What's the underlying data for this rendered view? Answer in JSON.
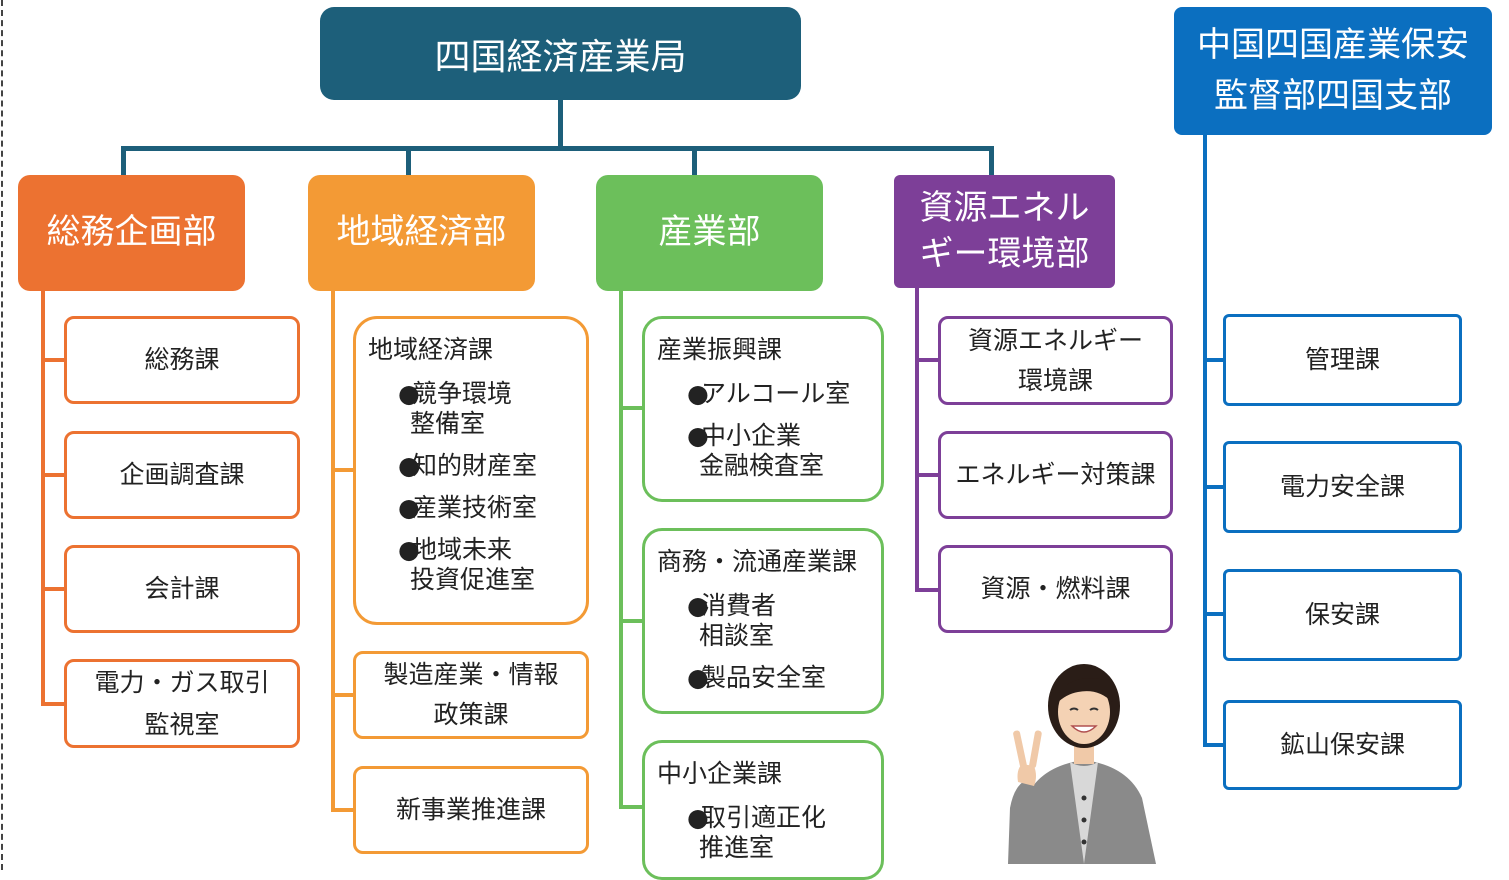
{
  "colors": {
    "top": "#1d5f7a",
    "branch": "#0b6fc0",
    "somu": "#ec7231",
    "chiiki": "#f39a35",
    "sangyo": "#6cbf5b",
    "shigen": "#7d3f98",
    "connector": "#1d5f7a"
  },
  "bureau": {
    "title": "四国経済産業局"
  },
  "branch": {
    "line1": "中国四国産業保安",
    "line2": "監督部四国支部"
  },
  "departments": [
    {
      "name": "総務企画部"
    },
    {
      "name": "地域経済部"
    },
    {
      "name": "産業部"
    },
    {
      "name_line1": "資源エネル",
      "name_line2": "ギー環境部"
    }
  ],
  "somu_sections": [
    {
      "label": "総務課"
    },
    {
      "label": "企画調査課"
    },
    {
      "label": "会計課"
    },
    {
      "line1": "電力・ガス取引",
      "line2": "監視室"
    }
  ],
  "chiiki_sections": [
    {
      "title": "地域経済課",
      "rooms": [
        {
          "line1": "競争環境",
          "line2": "整備室"
        },
        {
          "line1": "知的財産室"
        },
        {
          "line1": "産業技術室"
        },
        {
          "line1": "地域未来",
          "line2": "投資促進室"
        }
      ]
    },
    {
      "line1": "製造産業・情報",
      "line2": "政策課"
    },
    {
      "label": "新事業推進課"
    }
  ],
  "sangyo_sections": [
    {
      "title": "産業振興課",
      "rooms": [
        {
          "line1": "アルコール室"
        },
        {
          "line1": "中小企業",
          "line2": "金融検査室"
        }
      ]
    },
    {
      "title": "商務・流通産業課",
      "rooms": [
        {
          "line1": "消費者",
          "line2": "相談室"
        },
        {
          "line1": "製品安全室"
        }
      ]
    },
    {
      "title": "中小企業課",
      "rooms": [
        {
          "line1": "取引適正化",
          "line2": "推進室"
        }
      ]
    }
  ],
  "shigen_sections": [
    {
      "line1": "資源エネルギー",
      "line2": "環境課"
    },
    {
      "label": "エネルギー対策課"
    },
    {
      "label": "資源・燃料課"
    }
  ],
  "branch_sections": [
    {
      "label": "管理課"
    },
    {
      "label": "電力安全課"
    },
    {
      "label": "保安課"
    },
    {
      "label": "鉱山保安課"
    }
  ],
  "bullet": "●"
}
